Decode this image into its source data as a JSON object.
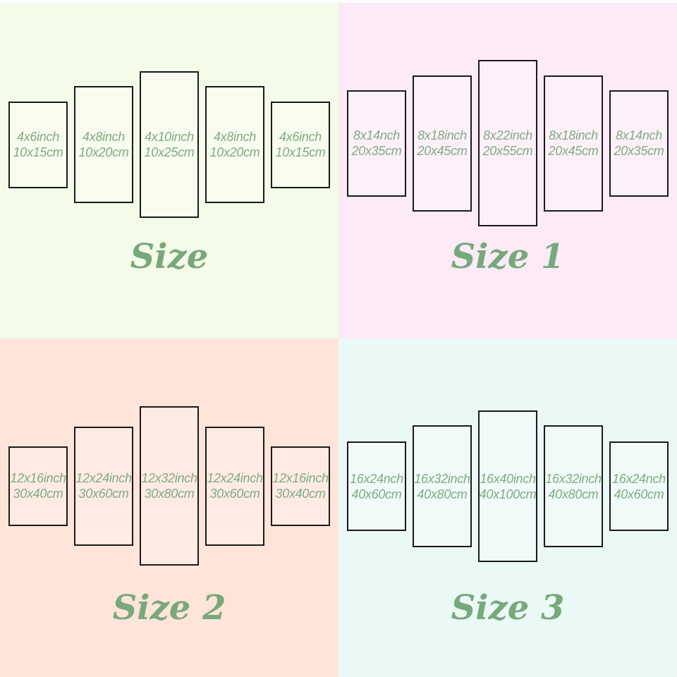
{
  "colors": {
    "panel_text": "#80ab81",
    "label_text": "#77a97a",
    "panel_border": "#1a1a1a"
  },
  "quadrants": [
    {
      "label": "Size",
      "bg": "#f4fbe9",
      "panels": [
        {
          "inch": "4x6inch",
          "cm": "10x15cm"
        },
        {
          "inch": "4x8inch",
          "cm": "10x20cm"
        },
        {
          "inch": "4x10inch",
          "cm": "10x25cm"
        },
        {
          "inch": "4x8inch",
          "cm": "10x20cm"
        },
        {
          "inch": "4x6inch",
          "cm": "10x15cm"
        }
      ]
    },
    {
      "label": "Size 1",
      "bg": "#fdeaf7",
      "panels": [
        {
          "inch": "8x14nch",
          "cm": "20x35cm"
        },
        {
          "inch": "8x18inch",
          "cm": "20x45cm"
        },
        {
          "inch": "8x22inch",
          "cm": "20x55cm"
        },
        {
          "inch": "8x18inch",
          "cm": "20x45cm"
        },
        {
          "inch": "8x14nch",
          "cm": "20x35cm"
        }
      ]
    },
    {
      "label": "Size 2",
      "bg": "#ffe4d9",
      "panels": [
        {
          "inch": "12x16inch",
          "cm": "30x40cm"
        },
        {
          "inch": "12x24inch",
          "cm": "30x60cm"
        },
        {
          "inch": "12x32inch",
          "cm": "30x80cm"
        },
        {
          "inch": "12x24inch",
          "cm": "30x60cm"
        },
        {
          "inch": "12x16inch",
          "cm": "30x40cm"
        }
      ]
    },
    {
      "label": "Size 3",
      "bg": "#eaf9f6",
      "panels": [
        {
          "inch": "16x24nch",
          "cm": "40x60cm"
        },
        {
          "inch": "16x32inch",
          "cm": "40x80cm"
        },
        {
          "inch": "16x40inch",
          "cm": "40x100cm"
        },
        {
          "inch": "16x32inch",
          "cm": "40x80cm"
        },
        {
          "inch": "16x24nch",
          "cm": "40x60cm"
        }
      ]
    }
  ]
}
